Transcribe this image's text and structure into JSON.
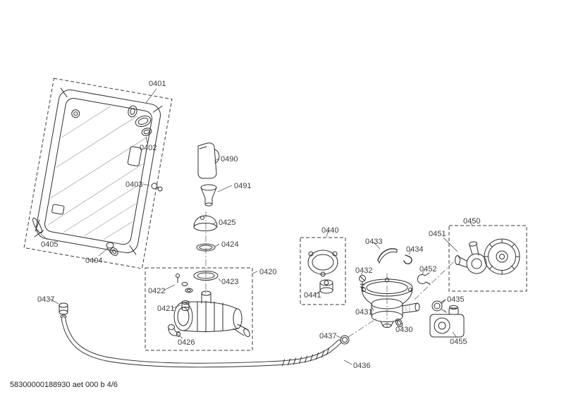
{
  "page": {
    "footer": "58300000188930 aet 000 b 4/6",
    "colors": {
      "background": "#ffffff",
      "line": "#2e2e2e",
      "label": "#3d3d3d"
    }
  },
  "labels": [
    {
      "text": "0401"
    },
    {
      "text": "0402"
    },
    {
      "text": "0403"
    },
    {
      "text": "0490"
    },
    {
      "text": "0491"
    },
    {
      "text": "0425"
    },
    {
      "text": "0424"
    },
    {
      "text": "0405"
    },
    {
      "text": "0404"
    },
    {
      "text": "0420"
    },
    {
      "text": "0423"
    },
    {
      "text": "0422"
    },
    {
      "text": "0421"
    },
    {
      "text": "0437"
    },
    {
      "text": "0426"
    },
    {
      "text": "0440"
    },
    {
      "text": "0433"
    },
    {
      "text": "0434"
    },
    {
      "text": "0432"
    },
    {
      "text": "0452"
    },
    {
      "text": "0441"
    },
    {
      "text": "0450"
    },
    {
      "text": "0451"
    },
    {
      "text": "0435"
    },
    {
      "text": "0431"
    },
    {
      "text": "0430"
    },
    {
      "text": "0437"
    },
    {
      "text": "0455"
    },
    {
      "text": "0436"
    }
  ]
}
